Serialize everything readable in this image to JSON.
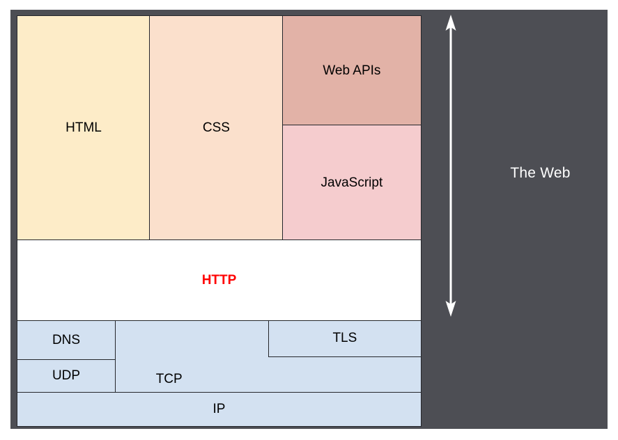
{
  "diagram": {
    "title_region": {
      "label": "The Web",
      "background_color": "#4d4e54",
      "text_color": "#ffffff"
    },
    "scope_arrow": {
      "name": "vertical-double-arrow",
      "color": "#ffffff",
      "direction": "both"
    },
    "layers": {
      "application": [
        {
          "label": "HTML",
          "color": "#fdecc8"
        },
        {
          "label": "CSS",
          "color": "#fbe0cc"
        },
        {
          "label": "Web APIs",
          "color": "#e2b2a7"
        },
        {
          "label": "JavaScript",
          "color": "#f5ccce"
        }
      ],
      "protocol": [
        {
          "label": "HTTP",
          "color": "#ffffff",
          "text_color": "#ff0000",
          "emphasis": "bold"
        }
      ],
      "transport": [
        {
          "label": "DNS",
          "color": "#d3e1f1"
        },
        {
          "label": "UDP",
          "color": "#d3e1f1"
        },
        {
          "label": "TLS",
          "color": "#d3e1f1"
        },
        {
          "label": "TCP",
          "color": "#d3e1f1"
        },
        {
          "label": "IP",
          "color": "#d3e1f1"
        }
      ]
    },
    "border_color": "#24262b"
  }
}
